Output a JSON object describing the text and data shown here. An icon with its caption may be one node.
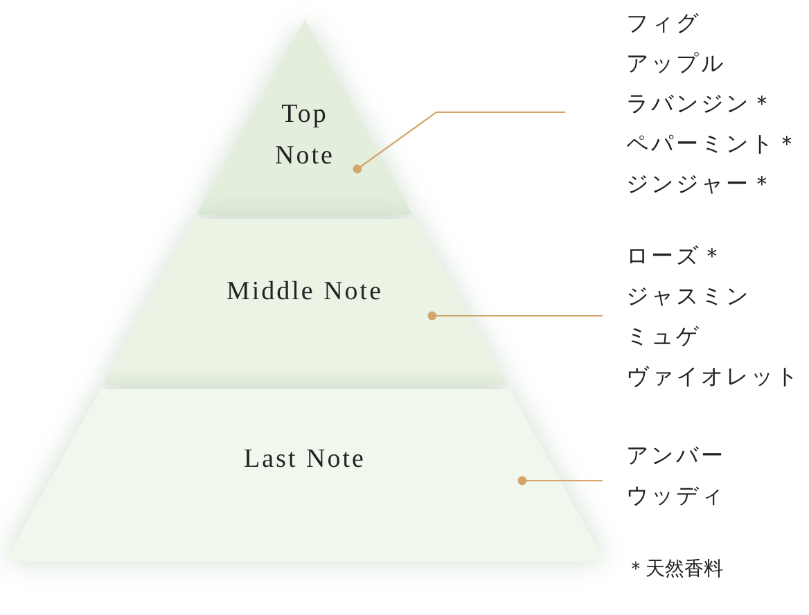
{
  "diagram": {
    "nodes": [
      {
        "text": [
          "Top Note"
        ]
      },
      {
        "text": [
          "Middle Note"
        ]
      },
      {
        "text": [
          "Last Note"
        ]
      },
      {
        "text": [
          "フィグ",
          "アップル",
          "ラバンジン＊",
          "ペパーミント＊",
          "ジンジャー＊"
        ]
      },
      {
        "text": [
          "ローズ＊",
          "ジャスミン",
          "ミュゲ",
          "ヴァイオレット"
        ]
      },
      {
        "text": [
          "アンバー",
          "ウッディ"
        ]
      }
    ],
    "edges": [
      {
        "from": 3,
        "to": 0,
        "arrow": "other"
      },
      {
        "from": 4,
        "to": 1,
        "arrow": "other"
      },
      {
        "from": 5,
        "to": 2,
        "arrow": "other"
      }
    ],
    "labels": [
      "＊天然香料"
    ]
  }
}
